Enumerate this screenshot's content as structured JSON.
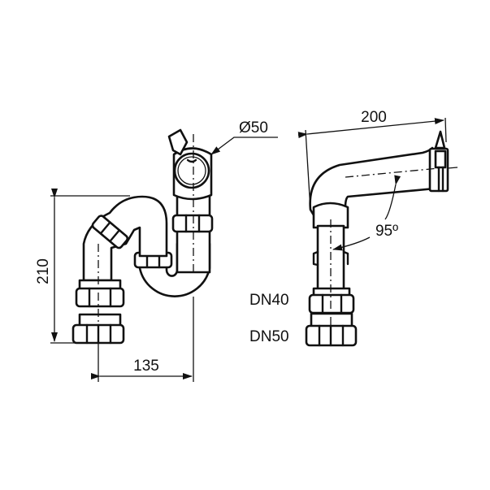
{
  "drawing": {
    "front_view": {
      "dim_height": "210",
      "dim_width": "135",
      "dim_diameter": "Ø50"
    },
    "side_view": {
      "dim_length": "200",
      "dim_angle": "95º",
      "outlet_labels": [
        "DN40",
        "DN50"
      ]
    },
    "line_color": "#111111"
  }
}
